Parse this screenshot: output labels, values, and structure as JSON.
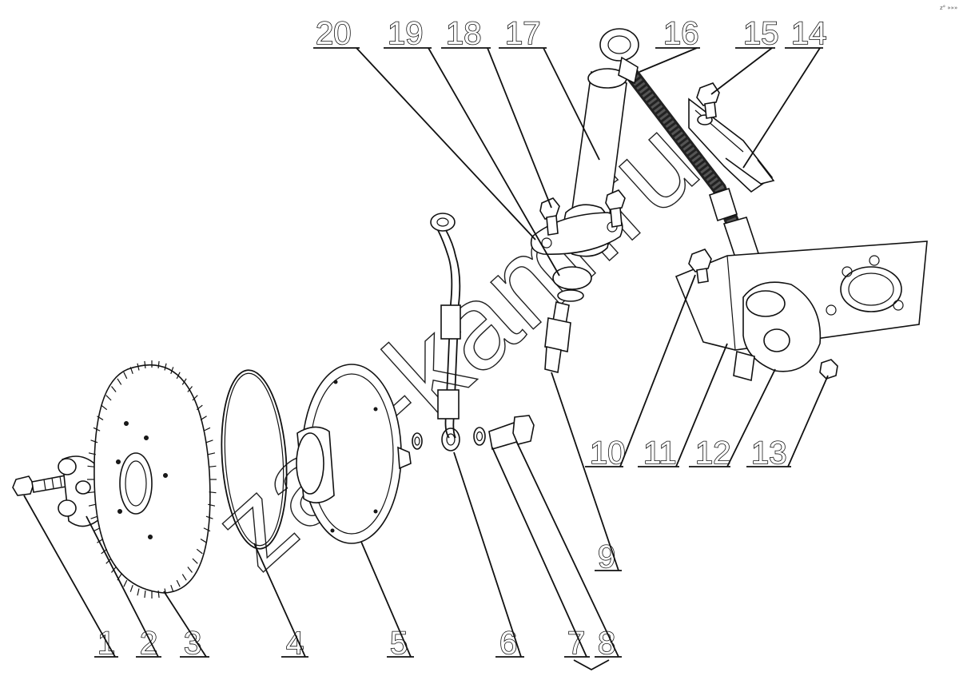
{
  "diagram": {
    "watermark": "zap-kam.ru",
    "corner_mark": "z° »»»",
    "callouts": [
      "1",
      "2",
      "3",
      "4",
      "5",
      "6",
      "7",
      "8",
      "9",
      "10",
      "11",
      "12",
      "13",
      "14",
      "15",
      "16",
      "17",
      "18",
      "19",
      "20"
    ]
  },
  "colors": {
    "ink": "#111111",
    "paper": "#ffffff"
  }
}
